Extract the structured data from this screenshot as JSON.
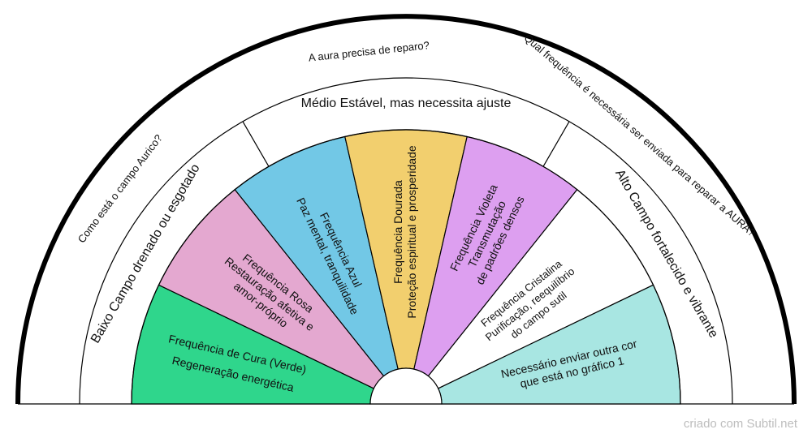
{
  "arc_labels": [
    "Como está o campo Aurico?",
    "A aura precisa de reparo?",
    "Qual frequência é necessária  ser enviada para reparar a AURA?"
  ],
  "middle_labels": [
    "Baixo Campo drenado ou esgotado",
    "Médio Estável, mas necessita ajuste",
    "Alto Campo fortalecido e vibrante"
  ],
  "sectors": [
    {
      "color": "#2fd68c",
      "lines": [
        "Frequência de Cura (Verde)",
        "Regeneração energética"
      ]
    },
    {
      "color": "#e4a8d0",
      "lines": [
        "Frequência Rosa",
        "Restauração afetiva e",
        "amor-próprio"
      ]
    },
    {
      "color": "#72c8e6",
      "lines": [
        "Frequência Azul",
        "Paz mental, tranquilidade"
      ]
    },
    {
      "color": "#f2cf6e",
      "lines": [
        "Frequência Dourada",
        "Proteção espiritual e prosperidade"
      ]
    },
    {
      "color": "#dd9ff0",
      "lines": [
        "Frequência Violeta",
        "Transmutação",
        "de padrões densos"
      ]
    },
    {
      "color": "#ffffff",
      "lines": [
        "Frequência Cristalina",
        "Purificação, reequilíbrio",
        "do campo sutil"
      ]
    },
    {
      "color": "#a8e6e2",
      "lines": [
        "Necessário enviar outra cor",
        "que está no gráfico 1"
      ]
    }
  ],
  "footer": "criado com Subtil.net"
}
